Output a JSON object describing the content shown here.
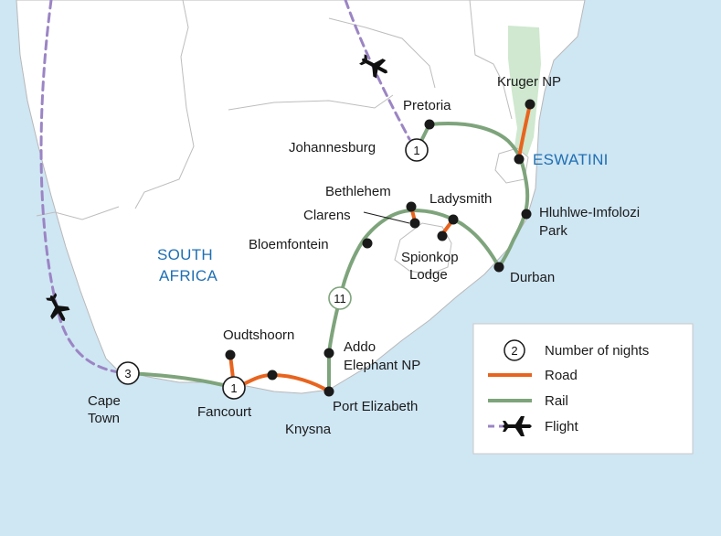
{
  "map": {
    "countries": [
      "SOUTH",
      "AFRICA",
      "ESWATINI"
    ],
    "places": {
      "pretoria": "Pretoria",
      "johannesburg": "Johannesburg",
      "kruger": "Kruger NP",
      "bethlehem": "Bethlehem",
      "ladysmith": "Ladysmith",
      "clarens": "Clarens",
      "hluhluwe_1": "Hluhlwe-Imfolozi",
      "hluhluwe_2": "Park",
      "bloemfontein": "Bloemfontein",
      "spionkop_1": "Spionkop",
      "spionkop_2": "Lodge",
      "durban": "Durban",
      "oudtshoorn": "Oudtshoorn",
      "addo_1": "Addo",
      "addo_2": "Elephant NP",
      "cape_1": "Cape",
      "cape_2": "Town",
      "fancourt": "Fancourt",
      "port_elizabeth": "Port Elizabeth",
      "knysna": "Knysna"
    },
    "nights": {
      "johannesburg": "1",
      "cape_town": "3",
      "fancourt": "1",
      "rail_leg": "11"
    },
    "colors": {
      "sea": "#cfe6f3",
      "land": "#ffffff",
      "road": "#e8641e",
      "rail": "#7ea47b",
      "flight": "#9b85c4",
      "country_label": "#1f6fb3",
      "park": "#cfe8cf"
    }
  },
  "legend": {
    "nights_example": "2",
    "nights_label": "Number of nights",
    "road_label": "Road",
    "rail_label": "Rail",
    "flight_label": "Flight",
    "plane_icon": "airplane-icon"
  }
}
